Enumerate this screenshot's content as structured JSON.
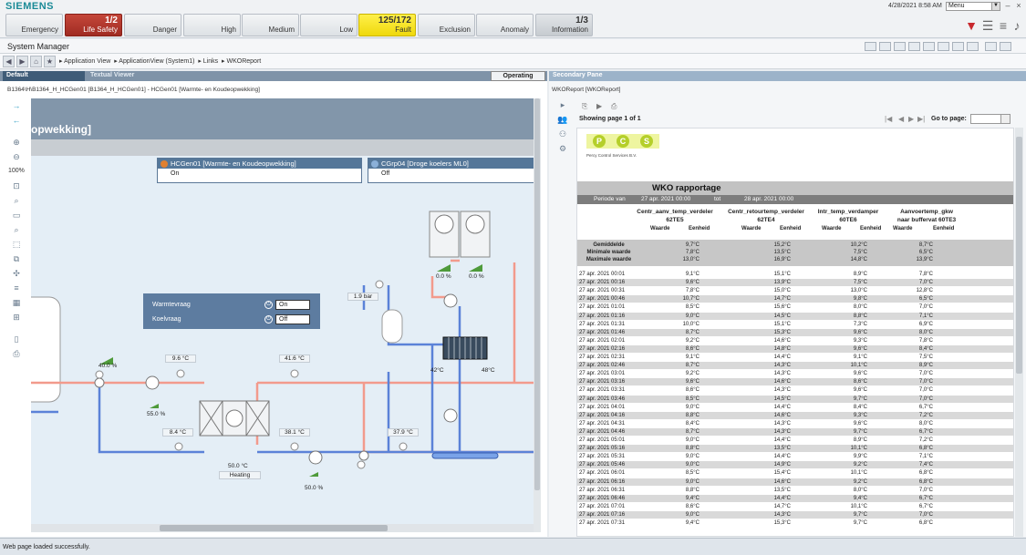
{
  "app": {
    "brand": "SIEMENS",
    "date": "4/28/2021",
    "time": "8:58 AM",
    "menu_label": "Menu",
    "window_title": "System Manager"
  },
  "alarms": [
    {
      "count": "",
      "label": "Emergency",
      "style": "normal"
    },
    {
      "count": "1/2",
      "label": "Life Safety",
      "style": "red"
    },
    {
      "count": "",
      "label": "Danger",
      "style": "normal"
    },
    {
      "count": "",
      "label": "High",
      "style": "normal"
    },
    {
      "count": "",
      "label": "Medium",
      "style": "normal"
    },
    {
      "count": "",
      "label": "Low",
      "style": "normal"
    },
    {
      "count": "125/172",
      "label": "Fault",
      "style": "yellow"
    },
    {
      "count": "",
      "label": "Exclusion",
      "style": "normal"
    },
    {
      "count": "",
      "label": "Anomaly",
      "style": "normal"
    },
    {
      "count": "1/3",
      "label": "Information",
      "style": "gray"
    }
  ],
  "breadcrumb": [
    "Application View",
    "ApplicationView (System1)",
    "Links",
    "WKOReport"
  ],
  "left_pane": {
    "tab_default": "Default",
    "tab_textual": "Textual Viewer",
    "operating_button": "Operating",
    "path": "B1364\\H\\B1364_H_HCGen01 [B1364_H_HCGen01]  -  HCGen01 [Warmte- en Koudeopwekking]",
    "zoom_label": "100%"
  },
  "graphic": {
    "title": "opwekking]",
    "box1_title": "HCGen01 [Warmte- en Koudeopwekking]",
    "box1_value": "On",
    "box2_title": "CGrp04 [Droge koelers ML0]",
    "box2_value": "Off",
    "heat_label": "Warmtevraag",
    "heat_value": "On",
    "cool_label": "Koelvraag",
    "cool_value": "Off",
    "pressure": "1.9 bar",
    "fan_left": "0.0 %",
    "fan_right": "0.0 %",
    "hx_left_temp": "42°C",
    "hx_right_temp": "48°C",
    "valve_top_pct": "40.0 %",
    "temp_1": "9.6 °C",
    "temp_2": "41.6 °C",
    "pump_left_pct": "55.0 %",
    "temp_3": "8.4 °C",
    "temp_4": "38.1 °C",
    "temp_5": "37.9 °C",
    "hp_temp": "50.0 °C",
    "hp_mode": "Heating",
    "pump_bottom_pct": "50.0 %"
  },
  "right_pane": {
    "tab_secondary": "Secondary Pane",
    "path": "WKOReport [WKOReport]",
    "showing": "Showing page  1  of  1",
    "goto_label": "Go to page:"
  },
  "report": {
    "logo_letters": [
      "P",
      "C",
      "S"
    ],
    "company": "Percy Control Services B.V.",
    "title": "WKO rapportage",
    "period_label": "Periode van",
    "period_from": "27 apr. 2021 00:00",
    "period_tot": "tot",
    "period_to": "28 apr. 2021 00:00",
    "columns": [
      {
        "name": "Centr_aanv_temp_verdeler",
        "id": "62TE5"
      },
      {
        "name": "Centr_retourtemp_verdeler",
        "id": "62TE4"
      },
      {
        "name": "Intr_temp_verdamper",
        "id": "60TE6"
      },
      {
        "name": "Aanvoertemp_gkw",
        "id": "naar buffervat 60TE3"
      }
    ],
    "sub_waarde": "Waarde",
    "sub_eenheid": "Eenheid",
    "stats": [
      {
        "label": "Gemiddelde",
        "values": [
          "9,7",
          "15,2",
          "10,2",
          "8,7"
        ]
      },
      {
        "label": "Minimale waarde",
        "values": [
          "7,8",
          "13,5",
          "7,5",
          "6,5"
        ]
      },
      {
        "label": "Maximale waarde",
        "values": [
          "13,0",
          "16,9",
          "14,8",
          "13,9"
        ]
      }
    ],
    "unit": "°C",
    "rows": [
      {
        "t": "27 apr. 2021 00:01",
        "v": [
          "9,1",
          "15,1",
          "8,9",
          "7,8"
        ]
      },
      {
        "t": "27 apr. 2021 00:16",
        "v": [
          "9,6",
          "13,9",
          "7,5",
          "7,0"
        ]
      },
      {
        "t": "27 apr. 2021 00:31",
        "v": [
          "7,8",
          "15,0",
          "13,0",
          "12,8"
        ]
      },
      {
        "t": "27 apr. 2021 00:46",
        "v": [
          "10,7",
          "14,7",
          "9,8",
          "6,5"
        ]
      },
      {
        "t": "27 apr. 2021 01:01",
        "v": [
          "8,5",
          "15,6",
          "8,0",
          "7,0"
        ]
      },
      {
        "t": "27 apr. 2021 01:16",
        "v": [
          "9,0",
          "14,5",
          "8,8",
          "7,1"
        ]
      },
      {
        "t": "27 apr. 2021 01:31",
        "v": [
          "10,0",
          "15,1",
          "7,3",
          "6,9"
        ]
      },
      {
        "t": "27 apr. 2021 01:46",
        "v": [
          "8,7",
          "15,3",
          "9,6",
          "8,0"
        ]
      },
      {
        "t": "27 apr. 2021 02:01",
        "v": [
          "9,2",
          "14,6",
          "9,3",
          "7,8"
        ]
      },
      {
        "t": "27 apr. 2021 02:16",
        "v": [
          "8,6",
          "14,8",
          "9,6",
          "8,4"
        ]
      },
      {
        "t": "27 apr. 2021 02:31",
        "v": [
          "9,1",
          "14,4",
          "9,1",
          "7,5"
        ]
      },
      {
        "t": "27 apr. 2021 02:46",
        "v": [
          "8,7",
          "14,3",
          "10,1",
          "8,9"
        ]
      },
      {
        "t": "27 apr. 2021 03:01",
        "v": [
          "9,2",
          "14,3",
          "9,6",
          "7,0"
        ]
      },
      {
        "t": "27 apr. 2021 03:16",
        "v": [
          "9,6",
          "14,6",
          "8,6",
          "7,0"
        ]
      },
      {
        "t": "27 apr. 2021 03:31",
        "v": [
          "8,6",
          "14,3",
          "9,6",
          "7,0"
        ]
      },
      {
        "t": "27 apr. 2021 03:46",
        "v": [
          "8,5",
          "14,5",
          "9,7",
          "7,0"
        ]
      },
      {
        "t": "27 apr. 2021 04:01",
        "v": [
          "9,0",
          "14,4",
          "8,4",
          "6,7"
        ]
      },
      {
        "t": "27 apr. 2021 04:16",
        "v": [
          "8,8",
          "14,6",
          "9,3",
          "7,2"
        ]
      },
      {
        "t": "27 apr. 2021 04:31",
        "v": [
          "8,4",
          "14,3",
          "9,6",
          "8,0"
        ]
      },
      {
        "t": "27 apr. 2021 04:46",
        "v": [
          "8,7",
          "14,3",
          "9,7",
          "6,7"
        ]
      },
      {
        "t": "27 apr. 2021 05:01",
        "v": [
          "9,0",
          "14,4",
          "8,9",
          "7,2"
        ]
      },
      {
        "t": "27 apr. 2021 05:16",
        "v": [
          "8,8",
          "13,5",
          "10,1",
          "6,8"
        ]
      },
      {
        "t": "27 apr. 2021 05:31",
        "v": [
          "9,0",
          "14,4",
          "9,9",
          "7,1"
        ]
      },
      {
        "t": "27 apr. 2021 05:46",
        "v": [
          "9,0",
          "14,9",
          "9,2",
          "7,4"
        ]
      },
      {
        "t": "27 apr. 2021 06:01",
        "v": [
          "8,5",
          "15,4",
          "10,1",
          "6,8"
        ]
      },
      {
        "t": "27 apr. 2021 06:16",
        "v": [
          "9,0",
          "14,6",
          "9,2",
          "6,8"
        ]
      },
      {
        "t": "27 apr. 2021 06:31",
        "v": [
          "8,8",
          "13,5",
          "8,0",
          "7,0"
        ]
      },
      {
        "t": "27 apr. 2021 06:46",
        "v": [
          "9,4",
          "14,4",
          "9,4",
          "6,7"
        ]
      },
      {
        "t": "27 apr. 2021 07:01",
        "v": [
          "8,6",
          "14,7",
          "10,1",
          "6,7"
        ]
      },
      {
        "t": "27 apr. 2021 07:16",
        "v": [
          "9,0",
          "14,3",
          "9,7",
          "7,0"
        ]
      },
      {
        "t": "27 apr. 2021 07:31",
        "v": [
          "9,4",
          "15,3",
          "9,7",
          "6,8"
        ]
      }
    ]
  },
  "status_text": "Web page loaded successfully.",
  "colors": {
    "accent": "#1a8a96",
    "life_safety": "#b8382c",
    "fault": "#f6e21e",
    "pipe_hot": "#f29a8c",
    "pipe_cold": "#5b82d8",
    "panel": "#5d7ca0"
  }
}
